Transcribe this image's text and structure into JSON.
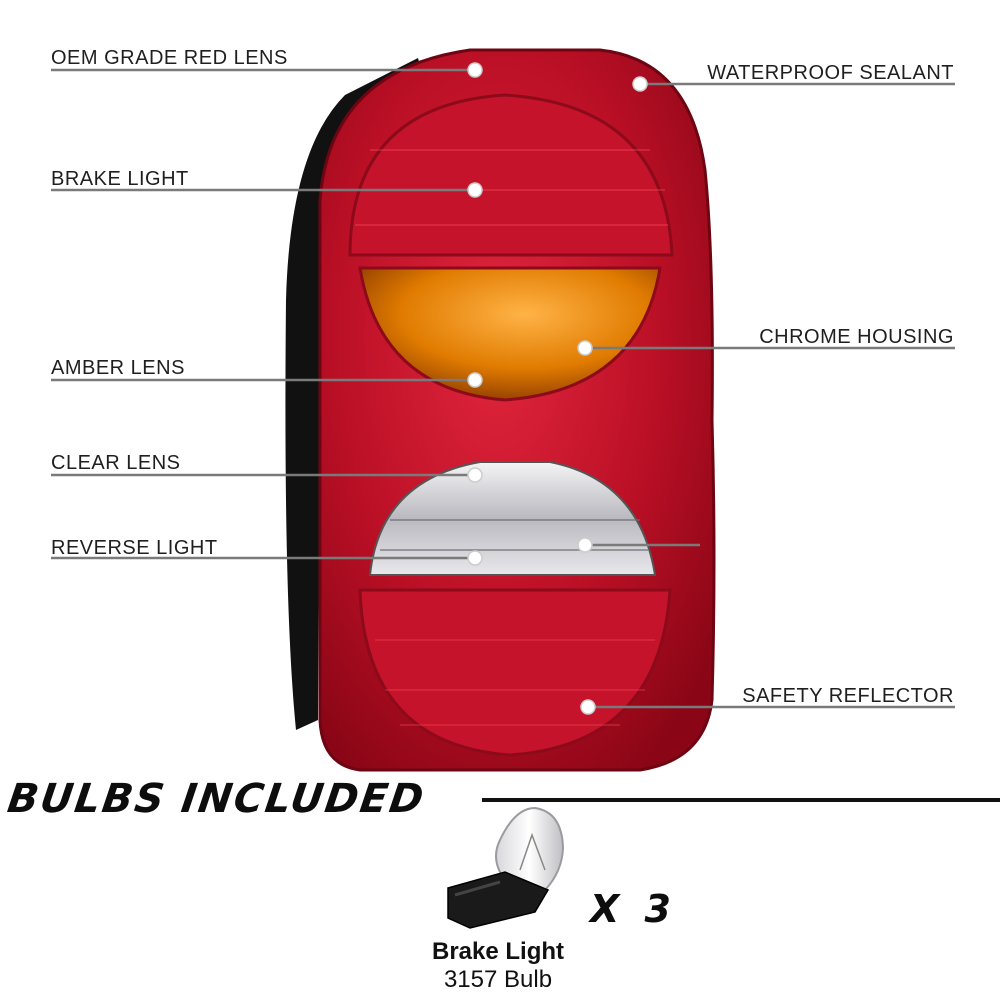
{
  "callouts": {
    "left": [
      "OEM GRADE RED LENS",
      "BRAKE LIGHT",
      "AMBER LENS",
      "CLEAR LENS",
      "REVERSE LIGHT"
    ],
    "right": [
      "WATERPROOF SEALANT",
      "CHROME HOUSING",
      "SAFETY REFLECTOR"
    ]
  },
  "bulbs": {
    "heading": "BULBS INCLUDED",
    "quantity": "X 3",
    "name": "Brake Light",
    "model": "3157 Bulb"
  },
  "colors": {
    "red_lens": "#c8102e",
    "amber_lens": "#f08a00",
    "clear_lens": "#d9d9dc",
    "housing_black": "#111111",
    "leader_line": "#7a7a7a"
  }
}
